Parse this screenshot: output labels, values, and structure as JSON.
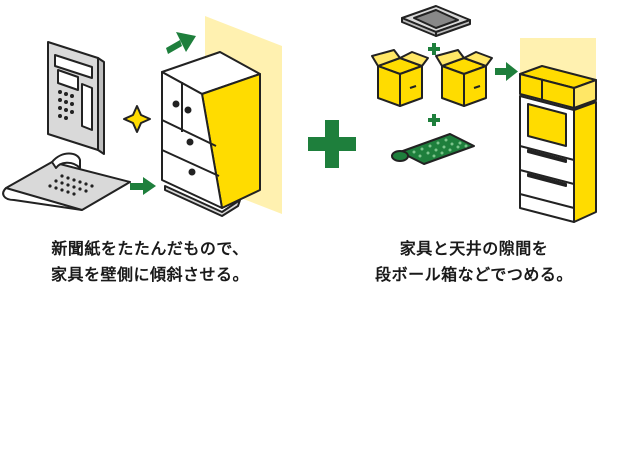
{
  "left_step": {
    "caption_line1": "新聞紙をたたんだもので、",
    "caption_line2": "家具を壁側に傾斜させる。"
  },
  "right_step": {
    "caption_line1": "家具と天井の隙間を",
    "caption_line2": "段ボール箱などでつめる。"
  },
  "colors": {
    "accent_yellow": "#FFDC00",
    "wall_yellow": "#FFF1B0",
    "arrow_green": "#1E7F3C",
    "outline": "#222222",
    "paper_gray": "#D9D9D9"
  },
  "icons": [
    "newspaper-icon",
    "folded-newspaper-icon",
    "cabinet-icon",
    "cardboard-box-icon",
    "rubber-mat-icon",
    "bookshelf-icon",
    "arrow-icon",
    "plus-icon",
    "sparkle-icon"
  ]
}
